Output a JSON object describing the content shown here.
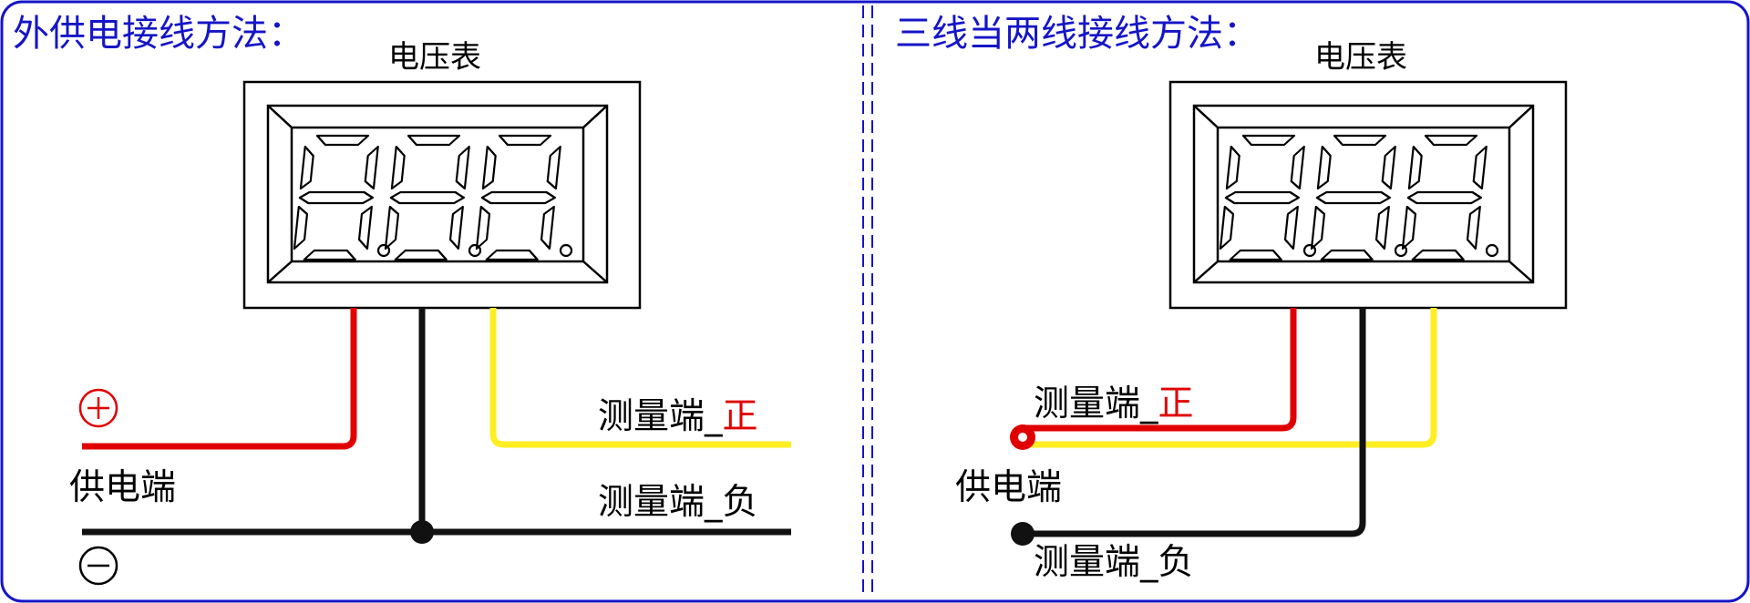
{
  "panels": [
    {
      "title": "外供电接线方法：",
      "meter_title": "电压表",
      "labels": {
        "plus_symbol": "⊕",
        "minus_symbol": "⊖",
        "power_terminal": "供电端",
        "measure_pos_prefix": "测量端_",
        "measure_pos_suffix": "正",
        "measure_neg": "测量端_负"
      }
    },
    {
      "title": "三线当两线接线方法：",
      "meter_title": "电压表",
      "labels": {
        "measure_pos_prefix": "测量端_",
        "measure_pos_suffix": "正",
        "power_terminal": "供电端",
        "measure_neg": "测量端_负"
      }
    }
  ],
  "colors": {
    "border": "#1515c8",
    "title": "#1515c8",
    "red_wire": "#e00000",
    "black_wire": "#111111",
    "yellow_wire": "#ffee22"
  }
}
